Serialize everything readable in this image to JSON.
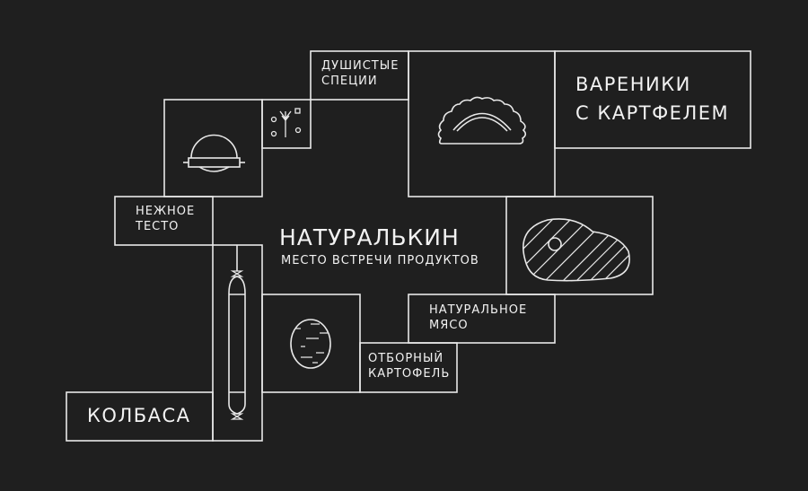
{
  "brand": {
    "name": "Натуралькин",
    "tagline": "место встречи продуктов"
  },
  "tiles": {
    "spices": "ДУШИСТЫЕ\nСПЕЦИИ",
    "vareniki": "ВАРЕНИКИ\nС КАРТФЕЛЕМ",
    "dough": "НЕЖНОЕ\nТЕСТО",
    "meat": "НАТУРАЛЬНОЕ\nМЯСО",
    "potato": "ОТБОРНЫЙ\nКАРТОФЕЛЬ",
    "sausage": "КОЛБАСА"
  },
  "colors": {
    "background": "#1f1f1f",
    "line": "#e8e8e8"
  }
}
